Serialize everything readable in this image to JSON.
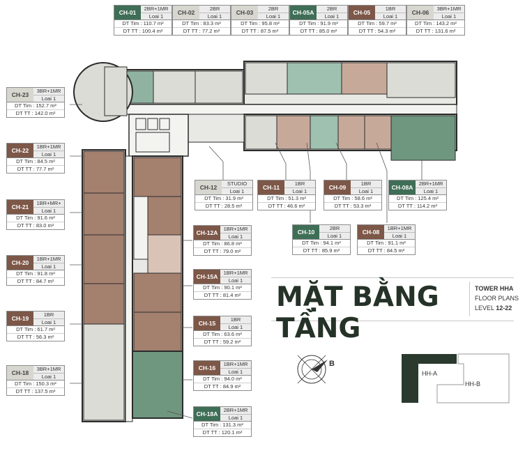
{
  "title": {
    "main": "MẶT BẰNG TẦNG",
    "tower": "TOWER HHA",
    "subtitle": "FLOOR PLANS",
    "level_label": "LEVEL",
    "level_value": "12-22"
  },
  "compass": {
    "direction_label": "B"
  },
  "keyplan": {
    "tower_a": "HH-A",
    "tower_b": "HH-B"
  },
  "colors": {
    "green_unit": "#3f6e56",
    "brown_unit": "#7d5747",
    "grey_unit": "#d7d7d0",
    "wall": "#2b2b2b"
  },
  "units": [
    {
      "code": "CH-01",
      "type": "2BR+1MR",
      "loai": "Loai 1",
      "dt_tim": "DT Tim : 110.7 m²",
      "dt_tt": "DT TT : 100.4 m²",
      "color": "g"
    },
    {
      "code": "CH-02",
      "type": "2BR",
      "loai": "Loai 1",
      "dt_tim": "DT Tim : 83.3 m²",
      "dt_tt": "DT TT : 77.2 m²",
      "color": "gg"
    },
    {
      "code": "CH-03",
      "type": "2BR",
      "loai": "Loai 1",
      "dt_tim": "DT Tim : 95.8 m²",
      "dt_tt": "DT TT : 87.5 m²",
      "color": "gg"
    },
    {
      "code": "CH-05A",
      "type": "2BR",
      "loai": "Loai 1",
      "dt_tim": "DT Tim : 91.9 m²",
      "dt_tt": "DT TT : 85.0 m²",
      "color": "g"
    },
    {
      "code": "CH-05",
      "type": "1BR",
      "loai": "Loai 1",
      "dt_tim": "DT Tim : 59.7 m²",
      "dt_tt": "DT TT : 54.3 m²",
      "color": "b"
    },
    {
      "code": "CH-06",
      "type": "3BR+1MR",
      "loai": "Loai 1",
      "dt_tim": "DT Tim : 143.2 m²",
      "dt_tt": "DT TT : 131.6 m²",
      "color": "gg"
    },
    {
      "code": "CH-23",
      "type": "3BR+1MR",
      "loai": "Loai 1",
      "dt_tim": "DT Tim : 152.7 m²",
      "dt_tt": "DT TT : 142.0 m²",
      "color": "gg"
    },
    {
      "code": "CH-22",
      "type": "1BR+1MR",
      "loai": "Loai 1",
      "dt_tim": "DT Tim : 84.5 m²",
      "dt_tt": "DT TT : 77.7 m²",
      "color": "b"
    },
    {
      "code": "CH-21",
      "type": "1BR+MR+",
      "loai": "Loai 1",
      "dt_tim": "DT Tim : 91.6 m²",
      "dt_tt": "DT TT : 83.0 m²",
      "color": "b"
    },
    {
      "code": "CH-20",
      "type": "1BR+1MR",
      "loai": "Loai 1",
      "dt_tim": "DT Tim : 91.8 m²",
      "dt_tt": "DT TT : 84.7 m²",
      "color": "b"
    },
    {
      "code": "CH-19",
      "type": "1BR",
      "loai": "Loai 1",
      "dt_tim": "DT Tim : 61.7 m²",
      "dt_tt": "DT TT : 56.3 m²",
      "color": "b"
    },
    {
      "code": "CH-18",
      "type": "3BR+1MR",
      "loai": "Loai 1",
      "dt_tim": "DT Tim : 150.3 m²",
      "dt_tt": "DT TT : 137.5 m²",
      "color": "gg"
    },
    {
      "code": "CH-12",
      "type": "STUDIO",
      "loai": "Loai 1",
      "dt_tim": "DT Tim : 31.9 m²",
      "dt_tt": "DT TT : 28.5 m²",
      "color": "gg"
    },
    {
      "code": "CH-11",
      "type": "1BR",
      "loai": "Loai 1",
      "dt_tim": "DT Tim : 51.3 m²",
      "dt_tt": "DT TT : 46.6 m²",
      "color": "b"
    },
    {
      "code": "CH-09",
      "type": "1BR",
      "loai": "Loai 1",
      "dt_tim": "DT Tim : 58.6 m²",
      "dt_tt": "DT TT : 53.3 m²",
      "color": "b"
    },
    {
      "code": "CH-08A",
      "type": "2BR+1MR",
      "loai": "Loai 1",
      "dt_tim": "DT Tim : 125.4 m²",
      "dt_tt": "DT TT : 114.2 m²",
      "color": "g"
    },
    {
      "code": "CH-10",
      "type": "2BR",
      "loai": "Loai 1",
      "dt_tim": "DT Tim : 94.1 m²",
      "dt_tt": "DT TT : 85.9 m²",
      "color": "g"
    },
    {
      "code": "CH-08",
      "type": "1BR+1MR",
      "loai": "Loai 1",
      "dt_tim": "DT Tim : 91.1 m²",
      "dt_tt": "DT TT : 84.5 m²",
      "color": "b"
    },
    {
      "code": "CH-12A",
      "type": "1BR+1MR",
      "loai": "Loai 1",
      "dt_tim": "DT Tim : 86.8 m²",
      "dt_tt": "DT TT : 79.0 m²",
      "color": "b"
    },
    {
      "code": "CH-15A",
      "type": "1BR+1MR",
      "loai": "Loai 1",
      "dt_tim": "DT Tim : 90.1 m²",
      "dt_tt": "DT TT : 81.4 m²",
      "color": "b"
    },
    {
      "code": "CH-15",
      "type": "1BR",
      "loai": "Loai 1",
      "dt_tim": "DT Tim : 63.6 m²",
      "dt_tt": "DT TT : 59.2 m²",
      "color": "b"
    },
    {
      "code": "CH-16",
      "type": "1BR+1MR",
      "loai": "Loai 1",
      "dt_tim": "DT Tim : 94.0 m²",
      "dt_tt": "DT TT : 84.9 m²",
      "color": "b"
    },
    {
      "code": "CH-18A",
      "type": "2BR+1MR",
      "loai": "Loai 1",
      "dt_tim": "DT Tim : 131.3 m²",
      "dt_tt": "DT TT : 120.1 m²",
      "color": "g"
    }
  ]
}
